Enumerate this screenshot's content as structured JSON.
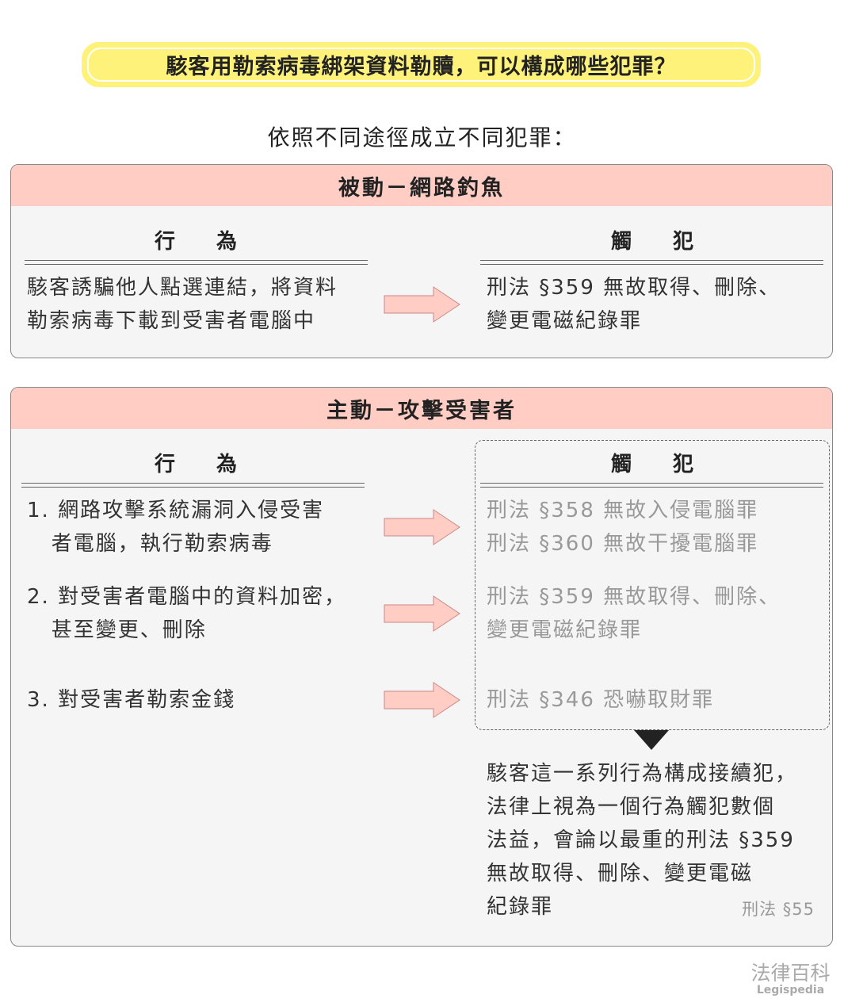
{
  "title": "駭客用勒索病毒綁架資料勒贖，可以構成哪些犯罪？",
  "subtitle": "依照不同途徑成立不同犯罪：",
  "colors": {
    "header": "#ffcdc4",
    "title_bg": "#fff27a",
    "arrow": "#ffcdc4",
    "panel_bg": "#f5f5f5"
  },
  "passive": {
    "header": "被動－網路釣魚",
    "col_action": "行　　為",
    "col_crime": "觸　　犯",
    "action_lines": [
      "駭客誘騙他人點選連結，將資料",
      "勒索病毒下載到受害者電腦中"
    ],
    "crime_lines": [
      "刑法 §359 無故取得、刪除、",
      "變更電磁紀錄罪"
    ]
  },
  "active": {
    "header": "主動－攻擊受害者",
    "col_action": "行　　為",
    "col_crime": "觸　　犯",
    "items": [
      {
        "action_lines": [
          "1. 網路攻擊系統漏洞入侵受害",
          "   者電腦，執行勒索病毒"
        ],
        "crime_lines": [
          "刑法 §358 無故入侵電腦罪",
          "刑法 §360 無故干擾電腦罪"
        ]
      },
      {
        "action_lines": [
          "2. 對受害者電腦中的資料加密，",
          "   甚至變更、刪除"
        ],
        "crime_lines": [
          "刑法 §359 無故取得、刪除、",
          "變更電磁紀錄罪"
        ]
      },
      {
        "action_lines": [
          "3. 對受害者勒索金錢"
        ],
        "crime_lines": [
          "刑法 §346 恐嚇取財罪"
        ]
      }
    ],
    "conclusion_lines": [
      "駭客這一系列行為構成接續犯，",
      "法律上視為一個行為觸犯數個",
      "法益，會論以最重的刑法 §359",
      "無故取得、刪除、變更電磁",
      "紀錄罪"
    ],
    "conclusion_ref": "刑法 §55"
  },
  "logo": {
    "name": "法律百科",
    "sub": "Legispedia"
  }
}
